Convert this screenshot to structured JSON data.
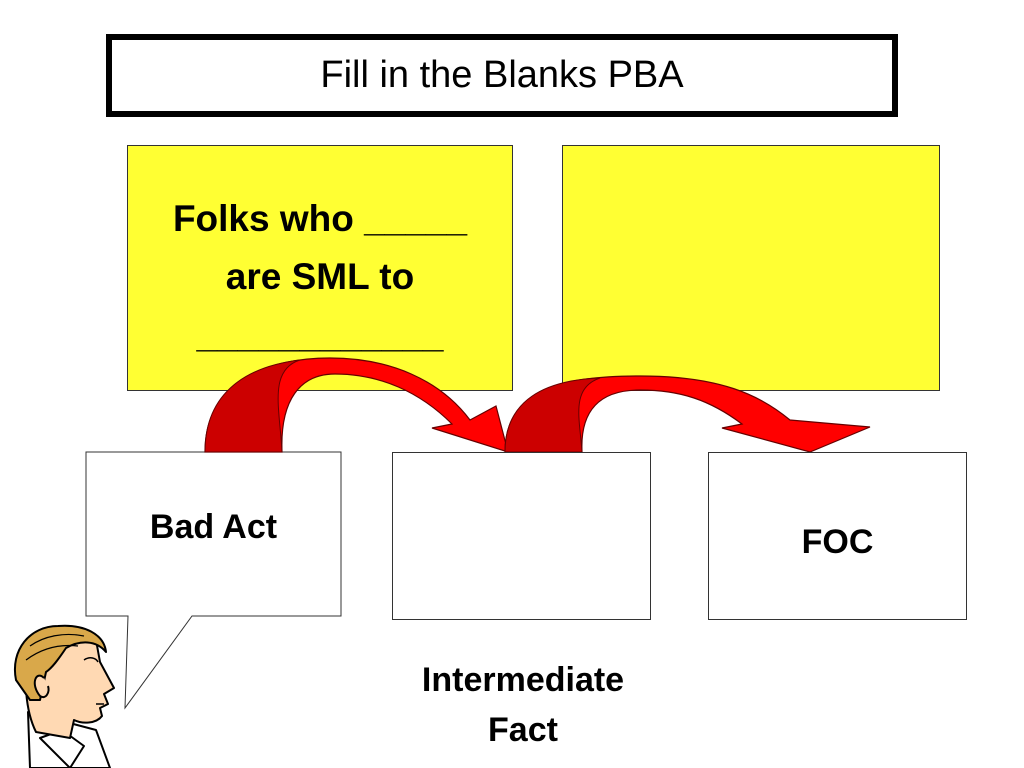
{
  "title": "Fill in the Blanks PBA",
  "rule_box": {
    "text": "Folks who _____\nare SML to\n____________"
  },
  "answer_box": {
    "text": ""
  },
  "bad_act": {
    "label": "Bad Act"
  },
  "intermediate_fact": {
    "text": "",
    "caption": "Intermediate\nFact"
  },
  "foc": {
    "label": "FOC"
  },
  "colors": {
    "yellow": "#ffff33",
    "arrow_red": "#ff0000",
    "arrow_dark_red": "#cc0000",
    "skin": "#ffd9b3",
    "hair": "#d9a84a"
  },
  "icons": {
    "speaker": "man-profile-icon",
    "arrows": "curved-arrow-icon"
  }
}
